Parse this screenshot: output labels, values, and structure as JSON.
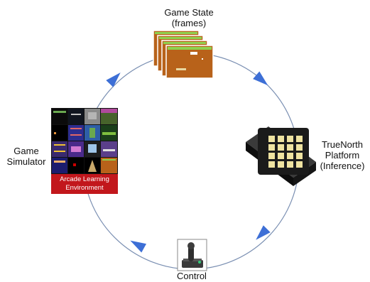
{
  "labels": {
    "game_state_line1": "Game State",
    "game_state_line2": "(frames)",
    "game_simulator_line1": "Game",
    "game_simulator_line2": "Simulator",
    "truenorth_line1": "TrueNorth",
    "truenorth_line2": "Platform",
    "truenorth_line3": "(Inference)",
    "control": "Control"
  },
  "ale_caption": {
    "line1": "Arcade Learning",
    "line2": "Environment"
  },
  "colors": {
    "cycle_line": "#7a8fb2",
    "arrow_fill": "#3d6fd6",
    "ale_red": "#c2171c",
    "frame_orange": "#b8621a",
    "chip_body": "#1b1b1b",
    "chip_pad": "#efe3a1"
  },
  "icons": [
    "game-frames-icon",
    "arcade-grid-icon",
    "chip-icon",
    "joystick-icon"
  ]
}
